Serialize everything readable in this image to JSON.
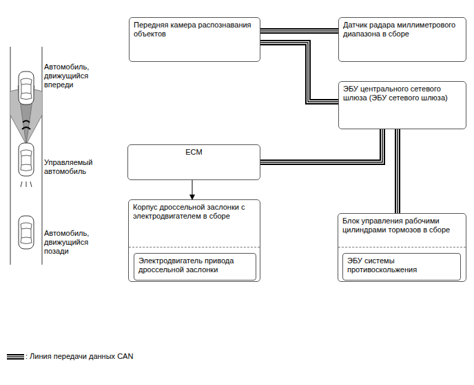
{
  "diagram": {
    "nodes": [
      {
        "text": [
          "Передняя камера распознавания объектов"
        ]
      },
      {
        "text": [
          "Датчик радара миллиметрового диапазона в сборе"
        ]
      },
      {
        "text": [
          "ЭБУ центрального сетевого шлюза (ЭБУ сетевого шлюза)"
        ]
      },
      {
        "text": [
          "ECM"
        ]
      },
      {
        "text": [
          "Корпус дроссельной заслонки с электродвигателем в сборе"
        ]
      },
      {
        "text": [
          "Электродвигатель привода дроссельной заслонки"
        ],
        "in": 4
      },
      {
        "text": [
          "Блок управления рабочими цилиндрами тормозов в сборе"
        ]
      },
      {
        "text": [
          "ЭБУ системы противоскольжения"
        ],
        "in": 6
      }
    ],
    "edges": [
      {
        "from": 0,
        "to": 1,
        "arrow": "none"
      },
      {
        "from": 0,
        "to": 2,
        "arrow": "none"
      },
      {
        "from": 2,
        "to": 3,
        "arrow": "none"
      },
      {
        "from": 2,
        "to": 6,
        "arrow": "none"
      },
      {
        "from": 3,
        "to": 4,
        "arrow": "to"
      }
    ],
    "labels": [
      "Автомобиль, движущийся впереди",
      "Управляемый автомобиль",
      "Автомобиль, движущийся позади"
    ],
    "legend": [
      {
        "text": ": Линия передачи данных CAN"
      }
    ]
  }
}
